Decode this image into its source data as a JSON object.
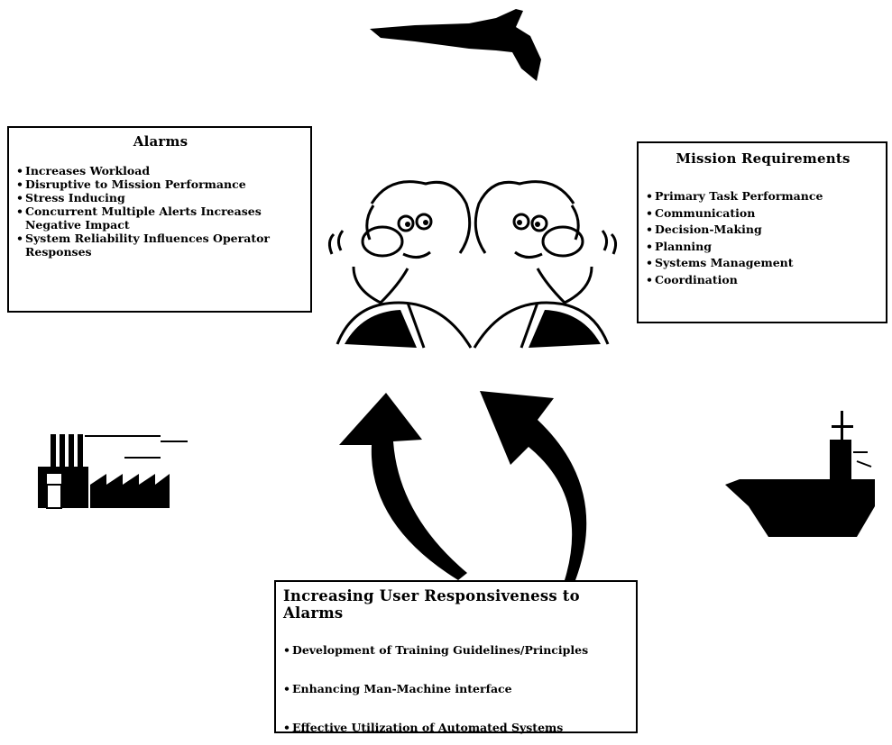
{
  "alarms": {
    "title": "Alarms",
    "items": [
      "Increases Workload",
      "Disruptive to Mission Performance",
      "Stress Inducing",
      "Concurrent Multiple Alerts Increases Negative Impact",
      "System Reliability Influences Operator Responses"
    ]
  },
  "mission": {
    "title": "Mission Requirements",
    "items": [
      "Primary Task Performance",
      "Communication",
      "Decision-Making",
      "Planning",
      "Systems Management",
      "Coordination"
    ]
  },
  "responsiveness": {
    "title": "Increasing User Responsiveness to Alarms",
    "items": [
      "Development of Training Guidelines/Principles",
      "Enhancing Man-Machine interface",
      "Effective Utilization of Automated Systems"
    ]
  },
  "icons": [
    "jet-icon",
    "factory-icon",
    "aircraft-carrier-icon",
    "two-thinking-men-icon",
    "curved-arrow-icon"
  ],
  "colors": {
    "ink": "#000000",
    "paper": "#ffffff"
  }
}
